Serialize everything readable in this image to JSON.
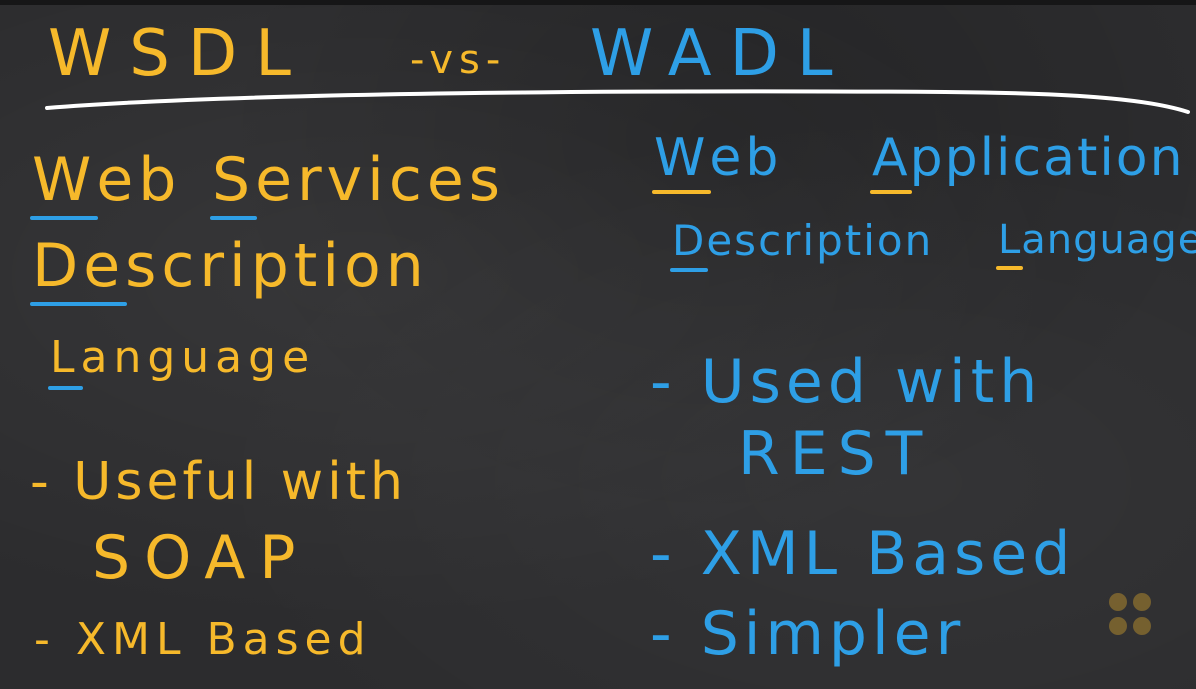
{
  "title": {
    "left": "WSDL",
    "vs": "-vs-",
    "right": "WADL"
  },
  "wsdl": {
    "name": [
      {
        "first": "W",
        "rest": "eb"
      },
      {
        "first": "S",
        "rest": "ervices"
      },
      {
        "first": "De",
        "rest": "scription"
      },
      {
        "first": "L",
        "rest": "anguage"
      }
    ],
    "points": [
      "- Useful with",
      "SOAP",
      "- XML Based"
    ]
  },
  "wadl": {
    "name": [
      {
        "first": "W",
        "rest": "eb"
      },
      {
        "first": "A",
        "rest": "pplication"
      },
      {
        "first": "D",
        "rest": "escription"
      },
      {
        "first": "L",
        "rest": "anguage"
      }
    ],
    "points": [
      "- Used with",
      "REST",
      "- XML Based",
      "- Simpler"
    ]
  },
  "colors": {
    "board": "#2c2c2e",
    "wsdl": "#f6b92b",
    "wadl": "#2e9fe6",
    "line": "#ffffff"
  },
  "icons": [
    "chalk-divider-line",
    "watermark-dots-logo"
  ]
}
